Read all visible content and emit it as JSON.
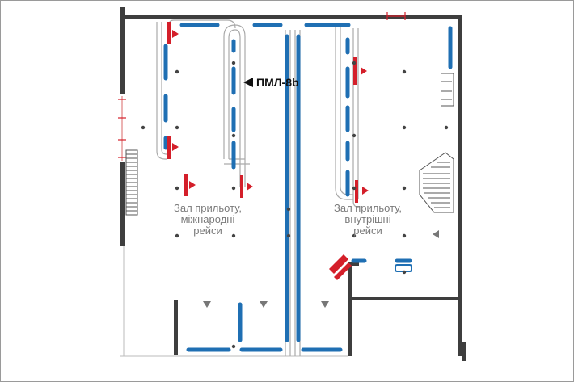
{
  "colors": {
    "wall": "#3e3e3e",
    "belt": "#1f6fb3",
    "gate": "#d41f2a",
    "aisle": "#aaaaaa",
    "pillar": "#444444",
    "stairs": "#555555",
    "direction_marker": "#777777"
  },
  "marker": {
    "label": "ПМЛ-8b",
    "icon": "pointer-arrow-icon"
  },
  "halls": {
    "international": {
      "line1": "Зал прильоту,",
      "line2": "міжнародні",
      "line3": "рейси"
    },
    "domestic": {
      "line1": "Зал прильоту,",
      "line2": "внутрішні",
      "line3": "рейси"
    }
  }
}
